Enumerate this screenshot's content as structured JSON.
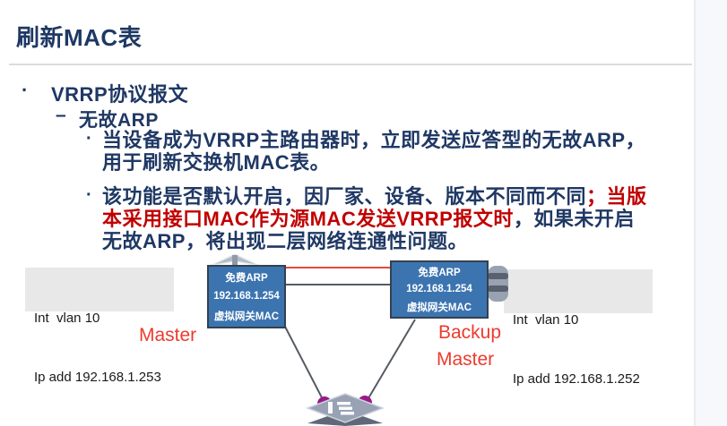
{
  "slide": {
    "title": "刷新MAC表",
    "colors": {
      "heading_navy": "#1f3864",
      "body_navy": "#1f3864",
      "emphasis_red": "#c00000",
      "role_red": "#ed3a2e",
      "garp_box_blue": "#3c74b0",
      "link_red": "#e64a3c",
      "link_gray": "#565b63",
      "dot_purple": "#9b1889",
      "label_gray_bg": "#e8e8e8"
    }
  },
  "content": {
    "l1_marker": "·",
    "l1_text": "VRRP协议报文",
    "l2_marker": "–",
    "l2_text": "无故ARP",
    "l3_marker": "·",
    "para1": {
      "line1": "当设备成为VRRP主路由器时，立即发送应答型的无故ARP，",
      "line2": "用于刷新交换机MAC表。"
    },
    "para2": {
      "line1_blue": "该功能是否默认开启，因厂家、设备、版本不同而不同",
      "line1_red": "；当版",
      "line2_red": "本采用接口MAC作为源MAC发送VRRP报文时",
      "line2_blue": "，如果未开启",
      "line3_blue": "无故ARP，将出现二层网络连通性问题。"
    }
  },
  "diagram": {
    "left_interface": {
      "line1": "Int  vlan 10",
      "line2": "Ip add 192.168.1.253"
    },
    "right_interface": {
      "line1": "Int  vlan 10",
      "line2": "Ip add 192.168.1.252"
    },
    "left_garp": {
      "line1": "免费ARP",
      "line2": "192.168.1.254",
      "line3": "虚拟网关MAC"
    },
    "right_garp": {
      "line1": "免费ARP",
      "line2": "192.168.1.254",
      "line3": "虚拟网关MAC"
    },
    "left_role": "Master",
    "right_role_line1": "Backup",
    "right_role_line2": "Master"
  }
}
